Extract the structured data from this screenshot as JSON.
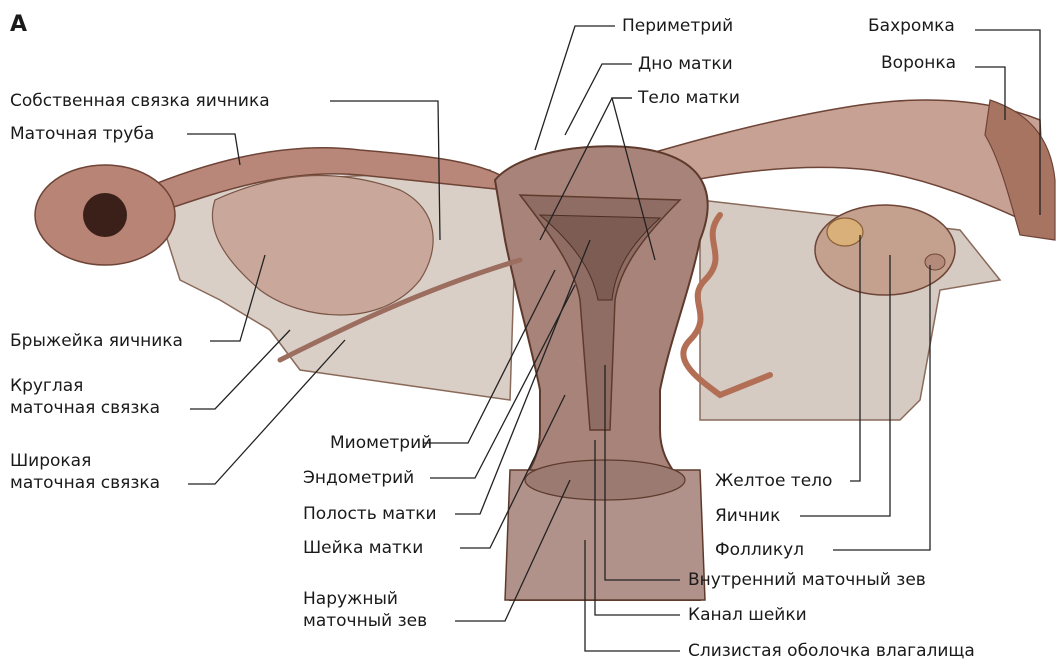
{
  "figure": {
    "panel_letter": "А",
    "labels_left": {
      "ovarian_ligament": "Собственная связка яичника",
      "fallopian_tube": "Маточная труба",
      "mesovarium": "Брыжейка яичника",
      "round_ligament": "Круглая\nматочная связка",
      "broad_ligament": "Широкая\nматочная связка"
    },
    "labels_center": {
      "myometrium": "Миометрий",
      "endometrium": "Эндометрий",
      "uterine_cavity": "Полость матки",
      "cervix": "Шейка матки",
      "external_os": "Наружный\nматочный зев"
    },
    "labels_top": {
      "perimetrium": "Периметрий",
      "fundus": "Дно матки",
      "body": "Тело матки",
      "fimbriae": "Бахромка",
      "infundibulum": "Воронка"
    },
    "labels_right": {
      "corpus_luteum": "Желтое тело",
      "ovary": "Яичник",
      "follicle": "Фолликул",
      "internal_os": "Внутренний маточный зев",
      "cervical_canal": "Канал шейки",
      "vaginal_mucosa": "Слизистая оболочка влагалища"
    }
  }
}
